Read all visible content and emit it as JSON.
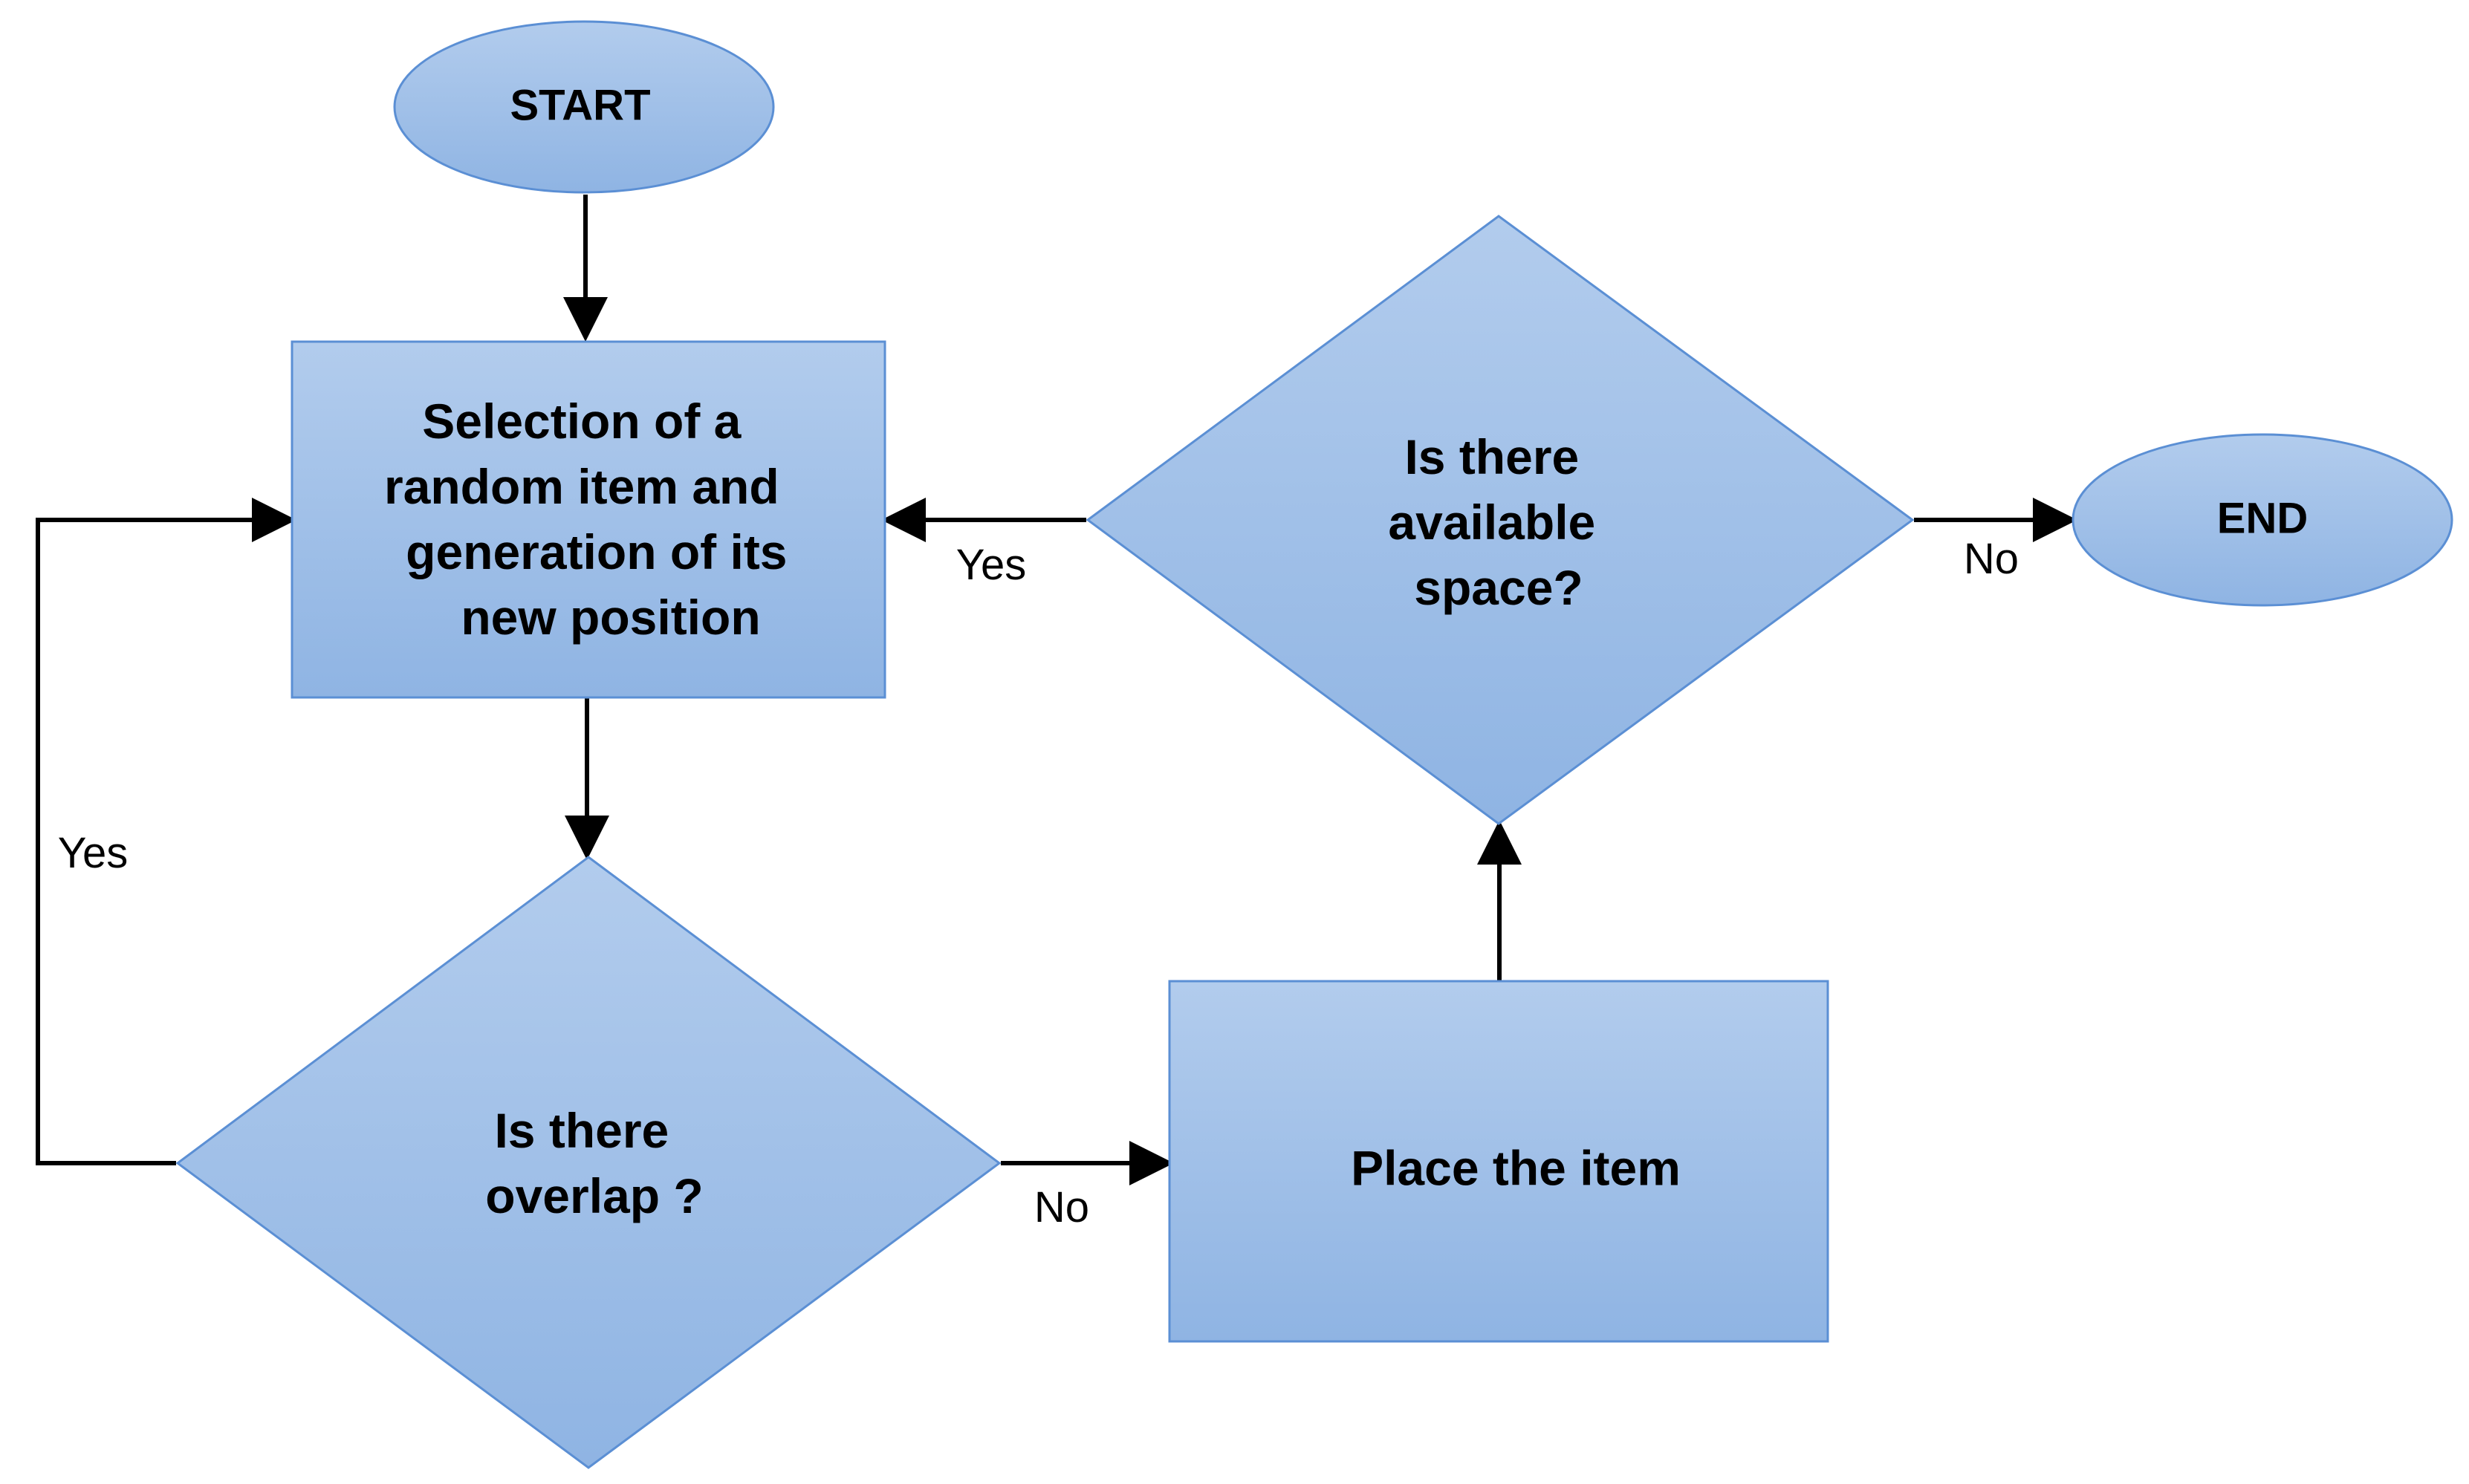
{
  "colors": {
    "shape_fill_top": "#b2cced",
    "shape_fill_bottom": "#8fb4e3",
    "shape_stroke": "#5b8fd4",
    "arrow": "#000000",
    "text": "#000000",
    "background": "#ffffff"
  },
  "nodes": {
    "start": {
      "label": "START"
    },
    "select": {
      "lines": [
        "Selection of a",
        "random item and",
        "generation of its",
        "new position"
      ]
    },
    "space": {
      "lines": [
        "Is there",
        "available",
        "space?"
      ]
    },
    "end": {
      "label": "END"
    },
    "overlap": {
      "lines": [
        "Is there",
        "overlap ?"
      ]
    },
    "place": {
      "label": "Place the item"
    }
  },
  "edges": {
    "space_yes": "Yes",
    "space_no": "No",
    "overlap_yes": "Yes",
    "overlap_no": "No"
  }
}
